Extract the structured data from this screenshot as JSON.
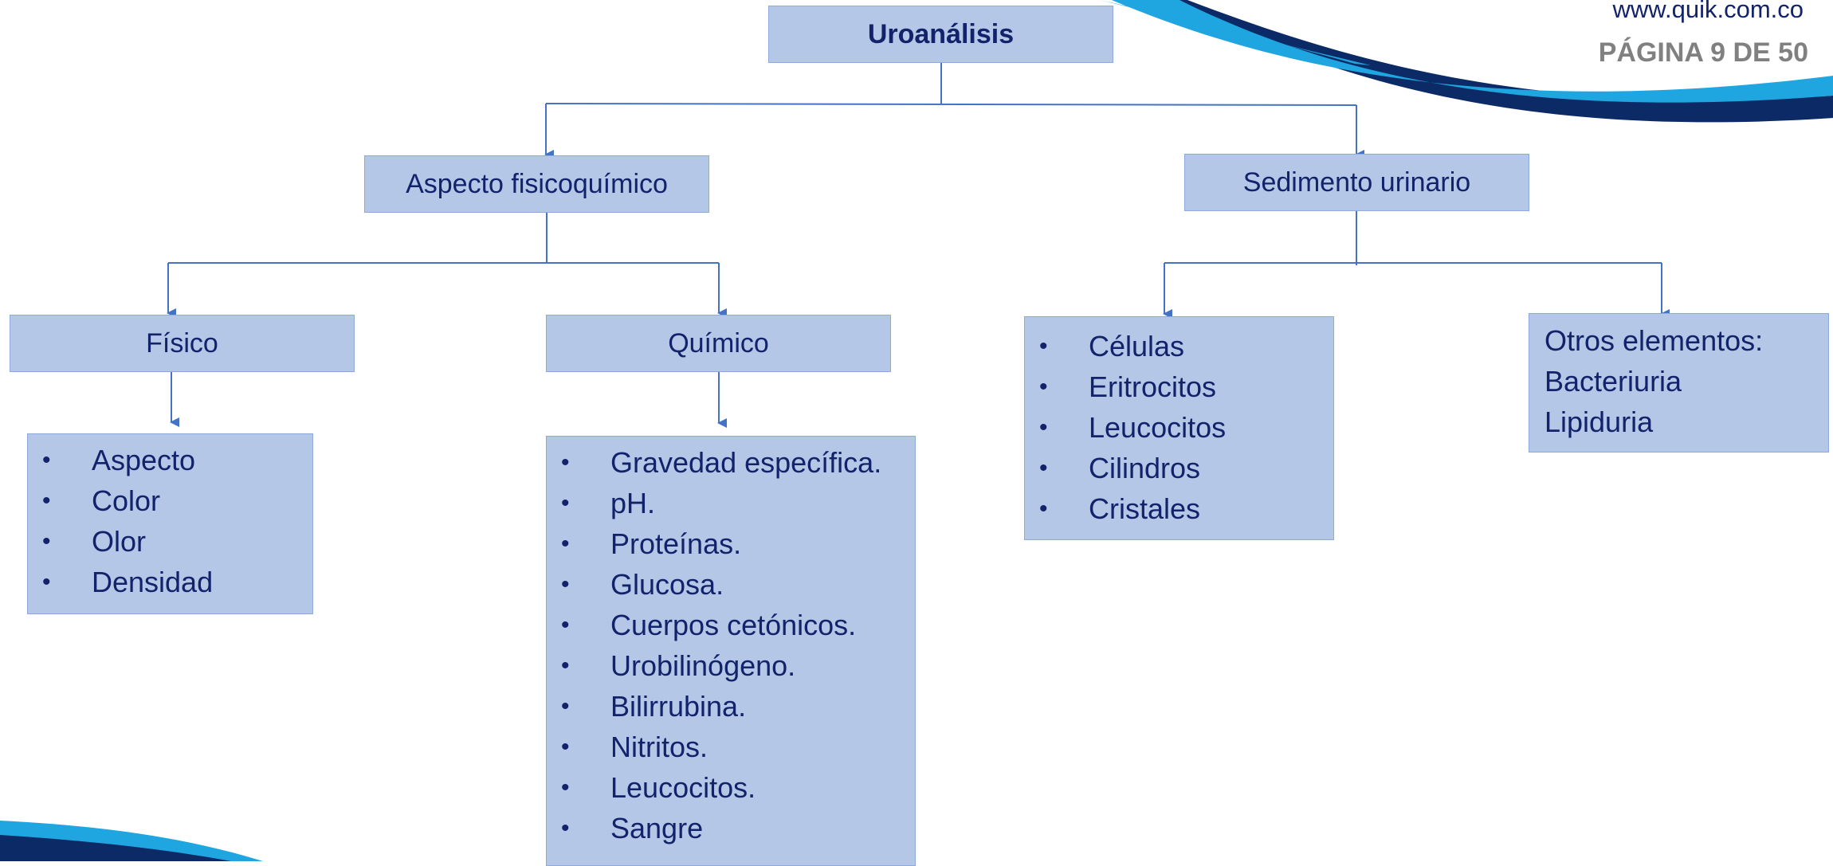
{
  "header": {
    "website": "www.quik.com.co",
    "page_indicator": "PÁGINA 9 DE 50"
  },
  "diagram": {
    "root": "Uroanálisis",
    "branches": {
      "physicochemical": {
        "label": "Aspecto fisicoquímico",
        "physical": {
          "label": "Físico",
          "items": [
            "Aspecto",
            "Color",
            "Olor",
            "Densidad"
          ]
        },
        "chemical": {
          "label": "Químico",
          "items": [
            "Gravedad específica.",
            "pH.",
            "Proteínas.",
            "Glucosa.",
            "Cuerpos cetónicos.",
            "Urobilinógeno.",
            "Bilirrubina.",
            "Nitritos.",
            "Leucocitos.",
            "Sangre"
          ]
        }
      },
      "sediment": {
        "label": "Sedimento urinario",
        "items": [
          "Células",
          "Eritrocitos",
          "Leucocitos",
          "Cilindros",
          "Cristales"
        ],
        "others": {
          "heading": "Otros elementos:",
          "items": [
            "Bacteriuria",
            "Lipiduria"
          ]
        }
      }
    }
  },
  "bullet_symbol": "•",
  "colors": {
    "box_fill": "#b4c7e7",
    "box_border": "#8eaadb",
    "connector": "#4472c4",
    "text": "#12236b",
    "page_indicator": "#808080",
    "accent_dark": "#0b2a66",
    "accent_light": "#1fa6e0"
  }
}
